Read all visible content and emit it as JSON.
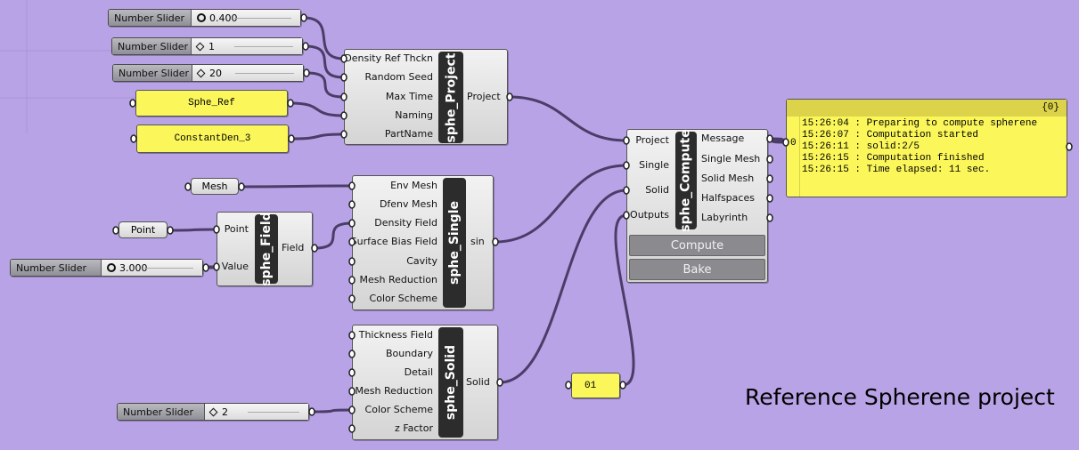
{
  "colors": {
    "canvas": "#b8a3e6",
    "panel": "#fbf75b",
    "wire": "#4b3d68"
  },
  "sliders": [
    {
      "label": "Number Slider",
      "value": "0.400",
      "knob": "circle"
    },
    {
      "label": "Number Slider",
      "value": "1",
      "knob": "diamond"
    },
    {
      "label": "Number Slider",
      "value": "20",
      "knob": "diamond"
    },
    {
      "label": "Number Slider",
      "value": "3.000",
      "knob": "circle"
    },
    {
      "label": "Number Slider",
      "value": "2",
      "knob": "diamond"
    }
  ],
  "panels": {
    "sphe_ref": "Sphe_Ref",
    "constant_den": "ConstantDen_3",
    "outputs_value": "01"
  },
  "params": {
    "mesh": "Mesh",
    "point": "Point"
  },
  "components": {
    "project": {
      "name": "sphe_Project",
      "inputs": [
        "Density Ref Thckn",
        "Random Seed",
        "Max Time",
        "Naming",
        "PartName"
      ],
      "outputs": [
        "Project"
      ]
    },
    "field": {
      "name": "sphe_Field",
      "inputs": [
        "Point",
        "Value"
      ],
      "outputs": [
        "Field"
      ]
    },
    "single": {
      "name": "sphe_Single",
      "inputs": [
        "Env Mesh",
        "Dfenv Mesh",
        "Density Field",
        "Surface Bias Field",
        "Cavity",
        "Mesh Reduction",
        "Color Scheme"
      ],
      "outputs": [
        "sin"
      ]
    },
    "solid": {
      "name": "sphe_Solid",
      "inputs": [
        "Thickness Field",
        "Boundary",
        "Detail",
        "Mesh Reduction",
        "Color Scheme",
        "z Factor"
      ],
      "outputs": [
        "Solid"
      ]
    },
    "compute": {
      "name": "sphe_Compute",
      "inputs": [
        "Project",
        "Single",
        "Solid",
        "Outputs"
      ],
      "outputs": [
        "Message",
        "Single Mesh",
        "Solid Mesh",
        "Halfspaces",
        "Labyrinth"
      ],
      "buttons": [
        "Compute",
        "Bake"
      ]
    }
  },
  "output_panel": {
    "path": "{0}",
    "index": "0",
    "lines": [
      "15:26:04 : Preparing to compute spherene",
      "15:26:07 : Computation started",
      "15:26:11 : solid:2/5",
      "15:26:15 : Computation finished",
      "15:26:15 : Time elapsed: 11 sec."
    ]
  },
  "caption": "Reference Spherene project"
}
